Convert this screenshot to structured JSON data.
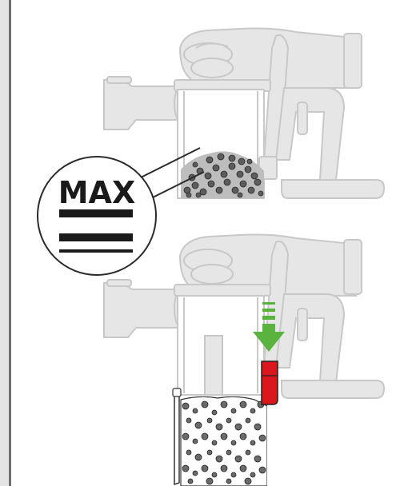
{
  "steps": [
    {
      "id": "step-check-max"
    },
    {
      "id": "step-press-red-button"
    }
  ],
  "max_indicator": {
    "label": "MAX"
  },
  "colors": {
    "vacuum_fill": "#e6e6e6",
    "vacuum_stroke": "#c8c8c8",
    "dirt_fill": "#6a6a6a",
    "release_button": "#d9171c",
    "arrow_green": "#5ab33f",
    "sidebar": "#e4e4e4",
    "sidebar_border": "#6f6f6f"
  },
  "icons": [
    "vacuum-cleaner-icon",
    "magnifier-callout-icon",
    "down-arrow-icon",
    "release-button-icon"
  ]
}
